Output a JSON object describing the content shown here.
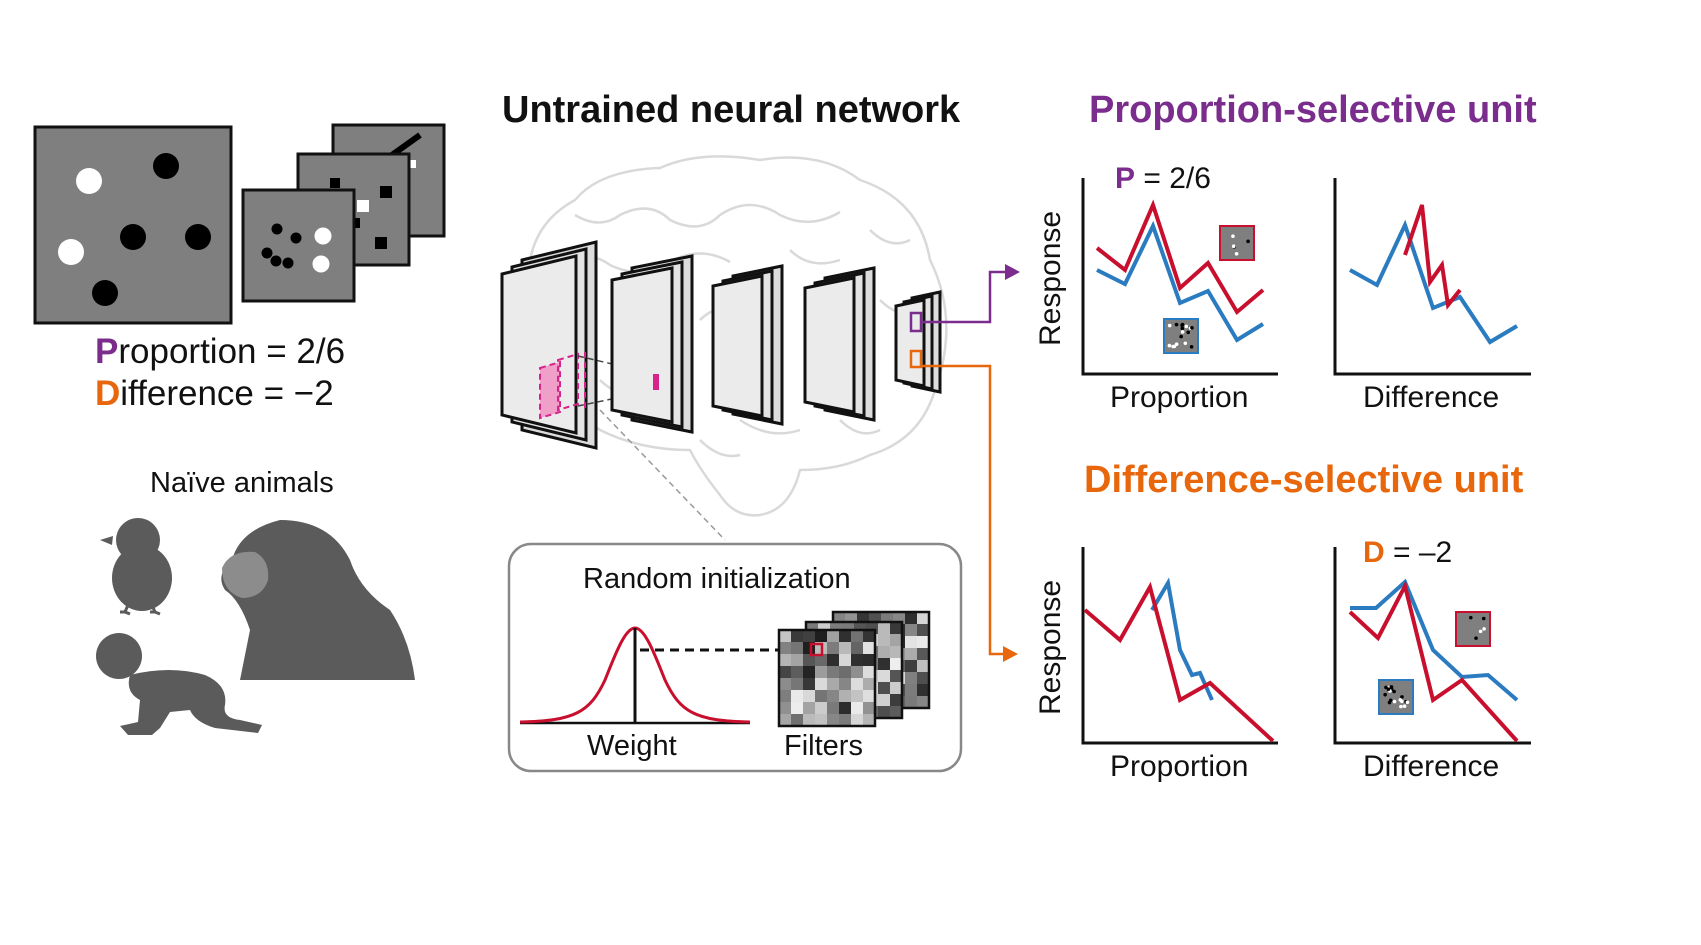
{
  "stimulus": {
    "proportion_letter": "P",
    "proportion_rest": "roportion = 2/6",
    "difference_letter": "D",
    "difference_rest": "ifference = −2"
  },
  "animals": {
    "title": "Naïve animals",
    "icons": [
      "chick-icon",
      "monkey-icon",
      "infant-icon"
    ]
  },
  "network": {
    "title": "Untrained neural network",
    "init_box": {
      "title": "Random initialization",
      "weight_label": "Weight",
      "filters_label": "Filters"
    }
  },
  "units": {
    "proportion": {
      "title": "Proportion-selective unit",
      "annotation_letter": "P",
      "annotation_rest": " = 2/6"
    },
    "difference": {
      "title": "Difference-selective unit",
      "annotation_letter": "D",
      "annotation_rest": " = –2"
    }
  },
  "axes": {
    "response": "Response",
    "proportion": "Proportion",
    "difference": "Difference"
  },
  "colors": {
    "purple": "#7b2d8e",
    "orange": "#e8670c",
    "red": "#c8102e",
    "blue": "#2b7bc0",
    "gray": "#6e6e6e",
    "dark_gray": "#4d4d4d"
  }
}
